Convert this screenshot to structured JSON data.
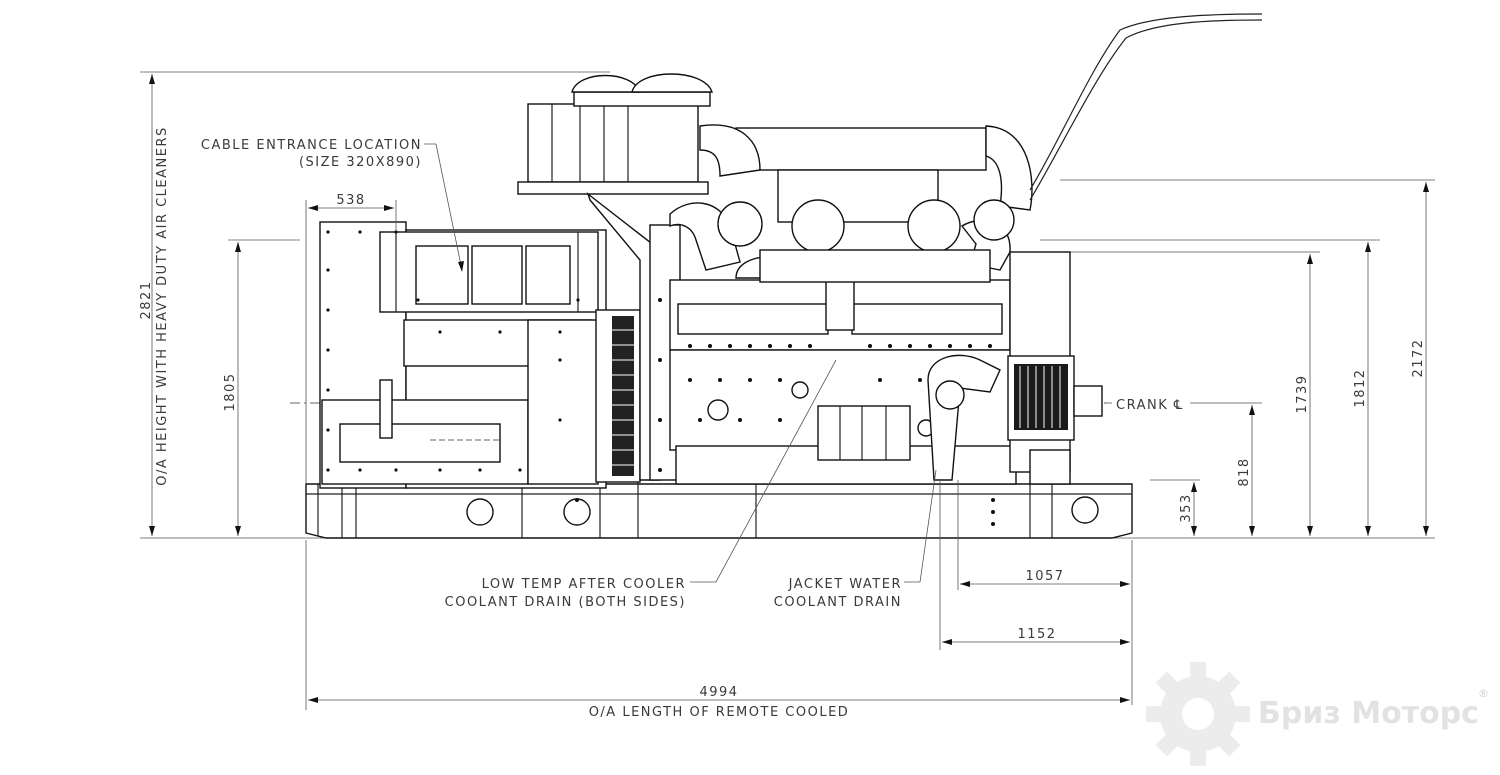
{
  "labels": {
    "cable_entrance_line1": "CABLE ENTRANCE LOCATION",
    "cable_entrance_line2": "(SIZE 320X890)",
    "crank": "CRANK ℄",
    "low_temp_line1": "LOW TEMP AFTER COOLER",
    "low_temp_line2": "COOLANT DRAIN (BOTH SIDES)",
    "jacket_line1": "JACKET WATER",
    "jacket_line2": "COOLANT DRAIN",
    "overall_length_caption": "O/A LENGTH OF REMOTE COOLED",
    "overall_height_caption": "O/A HEIGHT WITH HEAVY DUTY AIR CLEANERS"
  },
  "dimensions": {
    "overall_height": "2821",
    "alternator_height": "1805",
    "alternator_width": "538",
    "overall_length": "4994",
    "jacket_drain_offset": "1057",
    "lt_drain_offset": "1152",
    "height_1739": "1739",
    "height_1812": "1812",
    "height_2172": "2172",
    "crank_height": "818",
    "base_height": "353"
  },
  "watermark": {
    "text": "Бриз Моторс",
    "registered": "®"
  }
}
